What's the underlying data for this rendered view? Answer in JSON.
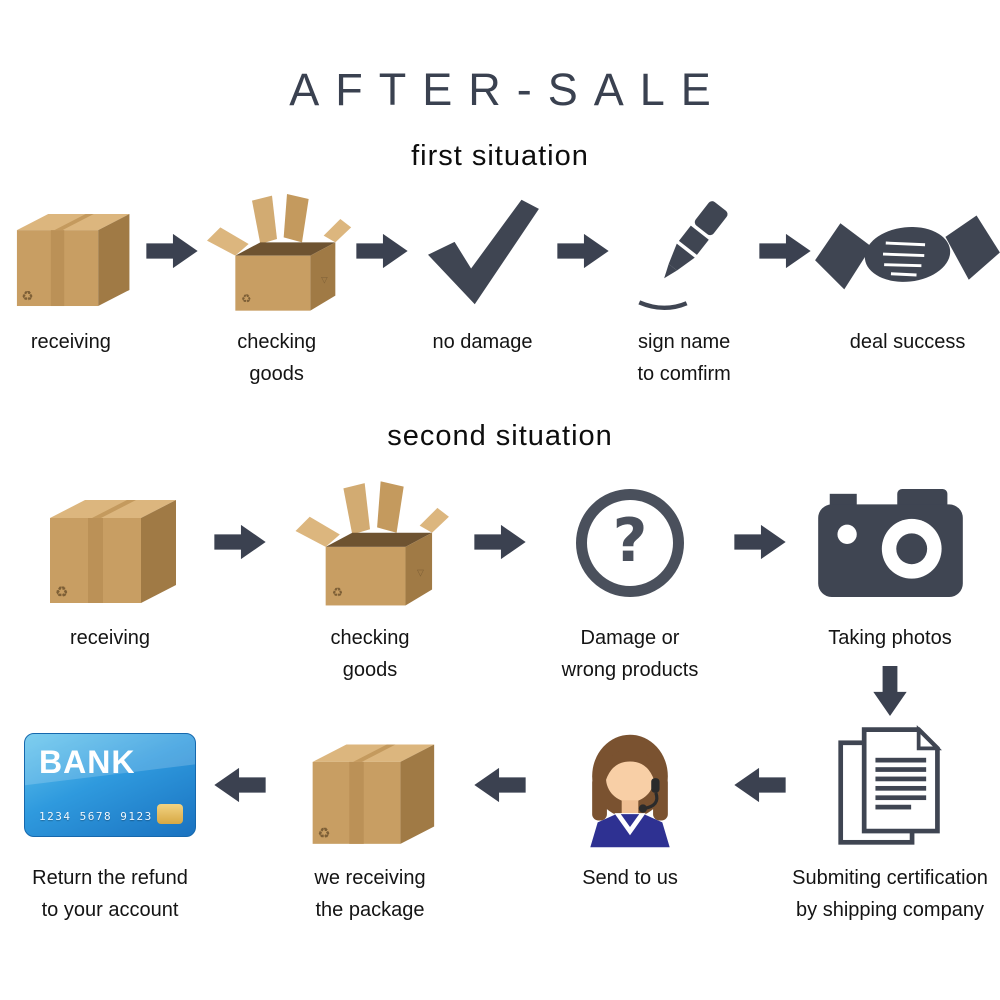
{
  "title": "AFTER-SALE",
  "first": {
    "heading": "first situation",
    "steps": [
      {
        "icon": "closed-box-icon",
        "label": "receiving"
      },
      {
        "icon": "open-box-icon",
        "label": "checking\ngoods"
      },
      {
        "icon": "checkmark-icon",
        "label": "no damage"
      },
      {
        "icon": "pen-icon",
        "label": "sign name\nto comfirm"
      },
      {
        "icon": "handshake-icon",
        "label": "deal success"
      }
    ]
  },
  "second": {
    "heading": "second situation",
    "row1": [
      {
        "icon": "closed-box-icon",
        "label": "receiving"
      },
      {
        "icon": "open-box-icon",
        "label": "checking\ngoods"
      },
      {
        "icon": "question-mark-icon",
        "label": "Damage or\nwrong products"
      },
      {
        "icon": "camera-icon",
        "label": "Taking photos"
      }
    ],
    "row2": [
      {
        "icon": "bank-card-icon",
        "label": "Return the refund\nto your account"
      },
      {
        "icon": "closed-box-icon",
        "label": "we receiving\nthe package"
      },
      {
        "icon": "support-agent-icon",
        "label": "Send to us"
      },
      {
        "icon": "documents-icon",
        "label": "Submiting certification\nby shipping company"
      }
    ]
  },
  "qmark": "?",
  "card": {
    "brand": "BANK",
    "number": "1234 5678 9123"
  },
  "colors": {
    "accent": "#3b4150",
    "box_front": "#c89e63",
    "box_side": "#a07a45",
    "box_flap": "#dcb67e",
    "card_blue_light": "#62c4ec",
    "card_blue_dark": "#1a72c0",
    "chip_gold": "#e8c261",
    "shirt_navy": "#2e3192",
    "hair_brown": "#7a5230",
    "skin": "#f8cfa6"
  }
}
